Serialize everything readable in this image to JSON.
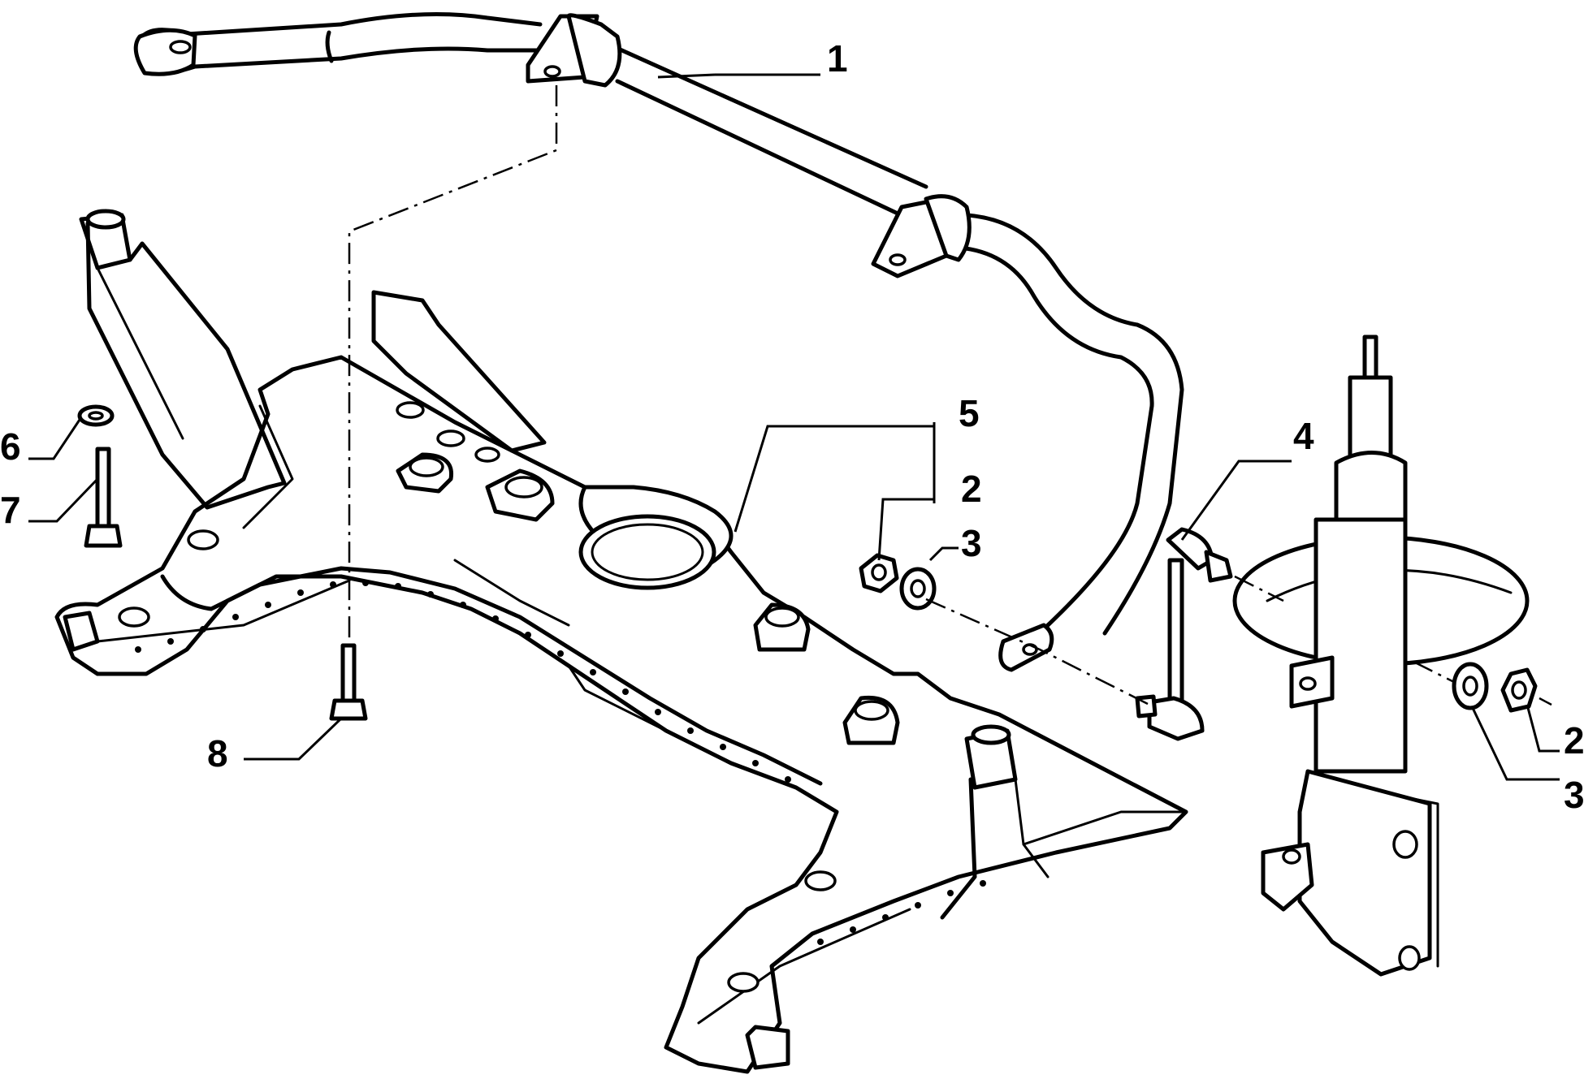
{
  "callouts": [
    {
      "id": "c1",
      "label": "1"
    },
    {
      "id": "c2a",
      "label": "2"
    },
    {
      "id": "c2b",
      "label": "2"
    },
    {
      "id": "c3a",
      "label": "3"
    },
    {
      "id": "c3b",
      "label": "3"
    },
    {
      "id": "c4",
      "label": "4"
    },
    {
      "id": "c5",
      "label": "5"
    },
    {
      "id": "c6",
      "label": "6"
    },
    {
      "id": "c7",
      "label": "7"
    },
    {
      "id": "c8",
      "label": "8"
    }
  ]
}
